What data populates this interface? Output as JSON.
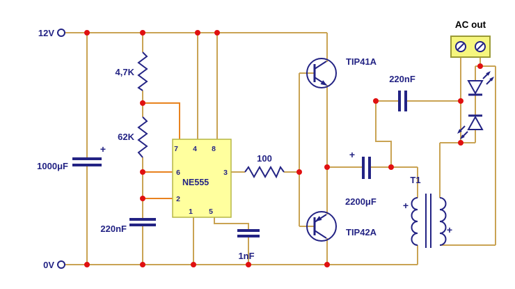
{
  "colors": {
    "wire": "#c9a353",
    "wire2": "#e8821e",
    "sym": "#232384",
    "dot": "#e01010",
    "text": "#232384",
    "ic_fill": "#ffff9e",
    "ic_border": "#b6b645",
    "block_fill": "#f6f67e",
    "block_border": "#9a9a35",
    "title_text": "#000000"
  },
  "labels": {
    "rail_top": "12V",
    "rail_bottom": "0V",
    "c_filter": "1000μF",
    "r_top": "4,7K",
    "r_mid": "62K",
    "c_timing": "220nF",
    "ic_name": "NE555",
    "r_base": "100",
    "c_ctrl": "1nF",
    "q_npn": "TIP41A",
    "q_pnp": "TIP42A",
    "c_out": "2200μF",
    "c_snub": "220nF",
    "transformer": "T1",
    "ac_out": "AC out",
    "plus": "+"
  },
  "ic_pins": {
    "top": [
      "7",
      "4",
      "8"
    ],
    "left": [
      "6",
      "2"
    ],
    "right": [
      "3"
    ],
    "bottom": [
      "1",
      "5"
    ]
  }
}
